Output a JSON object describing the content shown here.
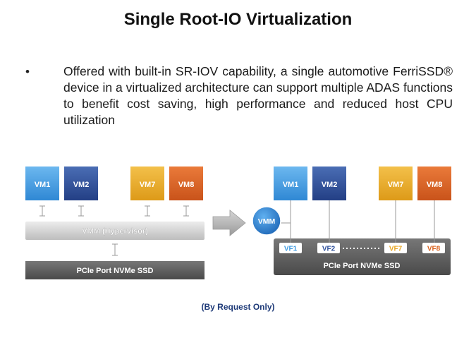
{
  "title": "Single Root-IO Virtualization",
  "bullet_marker": "•",
  "bullet_text": "Offered with built-in SR-IOV capability, a single automotive FerriSSD® device in a virtualized architecture can support multiple ADAS functions to benefit cost saving, high performance and reduced host CPU utilization",
  "left_diagram": {
    "vms": [
      "VM1",
      "VM2",
      "VM7",
      "VM8"
    ],
    "hypervisor": "VMM (Hypervisor)",
    "port": "PCIe Port NVMe SSD"
  },
  "right_diagram": {
    "vms": [
      "VM1",
      "VM2",
      "VM7",
      "VM8"
    ],
    "vmm": "VMM",
    "vfs": [
      "VF1",
      "VF2",
      "VF7",
      "VF8"
    ],
    "port": "PCIe Port NVMe SSD"
  },
  "note": "(By Request Only)",
  "colors": {
    "vm_light_blue": "#3f9be0",
    "vm_dark_blue": "#2d4f9a",
    "vm_yellow": "#e8a725",
    "vm_orange": "#d9621e",
    "port_gray": "#5a5a5a",
    "hypervisor_gray": "#c8c8c8",
    "vmm_blue": "#2e7fd0"
  }
}
